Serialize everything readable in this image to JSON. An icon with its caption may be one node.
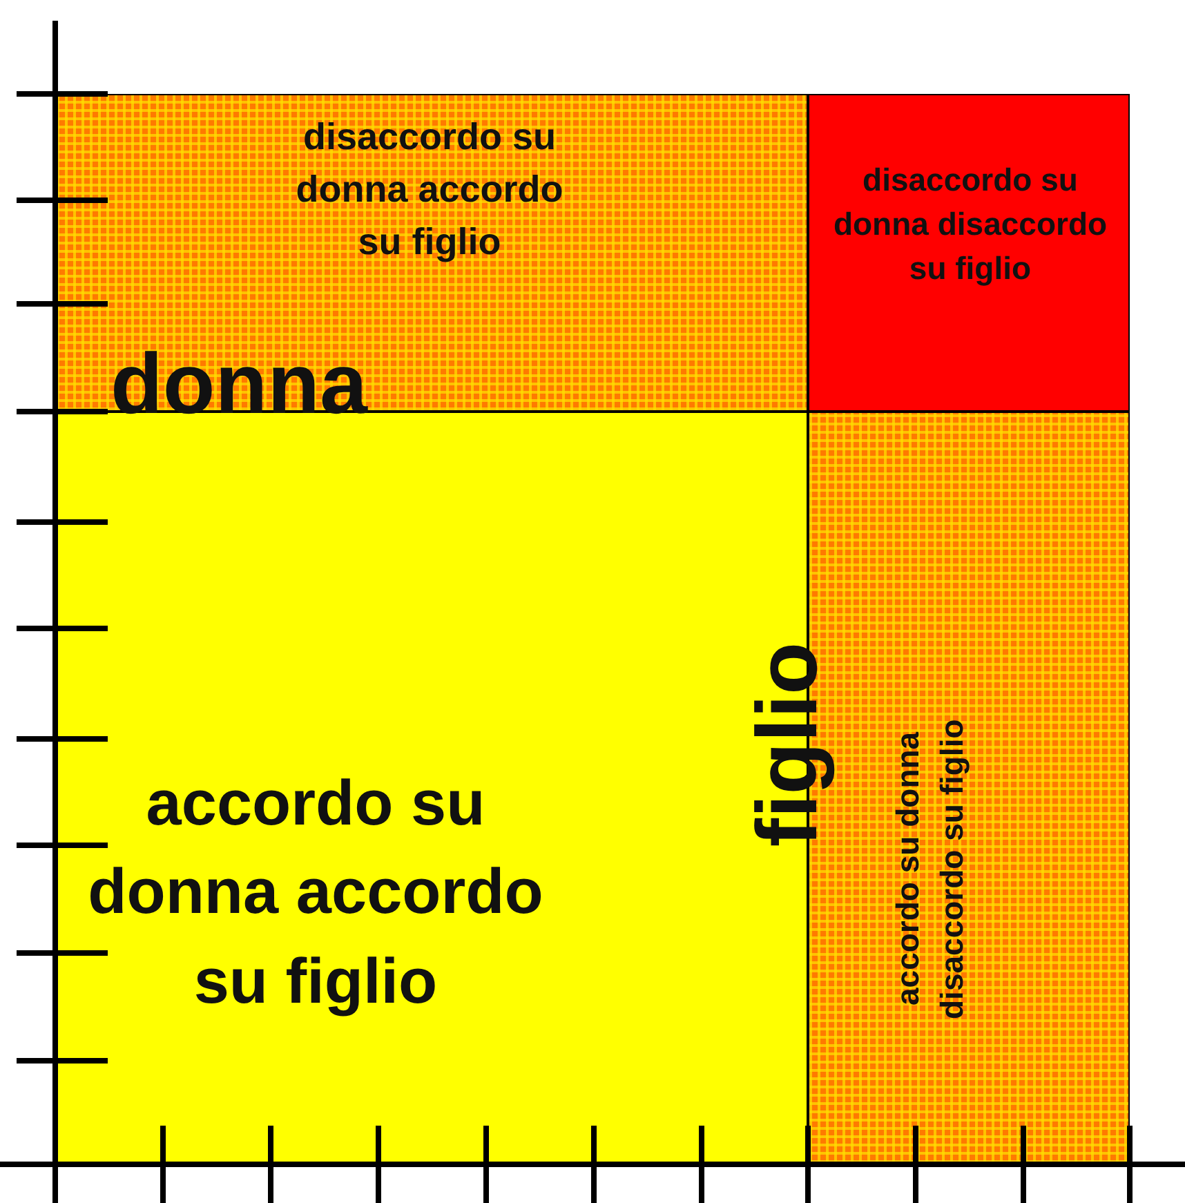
{
  "diagram": {
    "nodes": [
      {
        "text": [
          "disaccordo su donna accordo su figlio"
        ]
      },
      {
        "text": [
          "disaccordo su donna disaccordo su figlio"
        ]
      },
      {
        "text": [
          "accordo su donna accordo su figlio"
        ]
      },
      {
        "text": [
          "accordo su donna disaccordo su figlio"
        ]
      }
    ],
    "labels": [
      "donna",
      "figlio"
    ]
  }
}
